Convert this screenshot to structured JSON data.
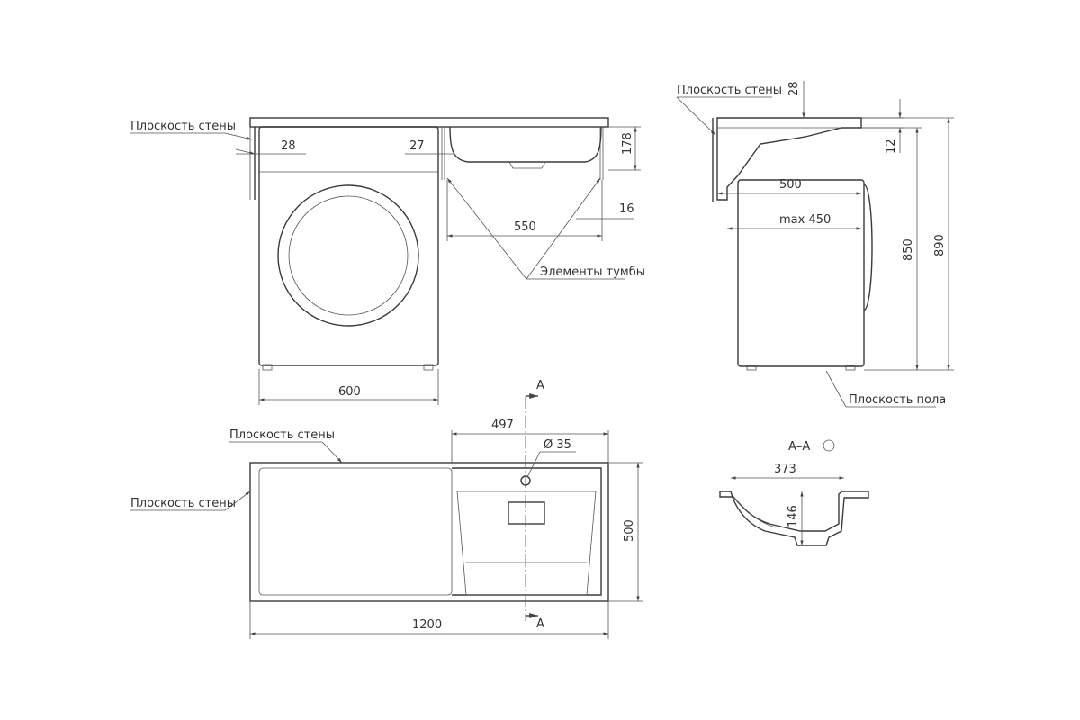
{
  "labels": {
    "wall_plane": "Плоскость стены",
    "cabinet_elements": "Элементы тумбы",
    "floor_plane": "Плоскость пола",
    "section_mark": "А",
    "section_title": "А–А"
  },
  "dimensions": {
    "front_left_gap": "28",
    "front_right_gap": "27",
    "front_bowl_depth": "178",
    "front_bowl_width": "550",
    "front_wall_offset": "16",
    "front_machine_width": "600",
    "side_top": "28",
    "side_lip": "12",
    "side_depth": "500",
    "side_max": "max 450",
    "side_height_850": "850",
    "side_height_890": "890",
    "plan_bowl_offset": "497",
    "plan_hole": "Ø 35",
    "plan_depth": "500",
    "plan_width": "1200",
    "section_width": "373",
    "section_depth": "146"
  }
}
